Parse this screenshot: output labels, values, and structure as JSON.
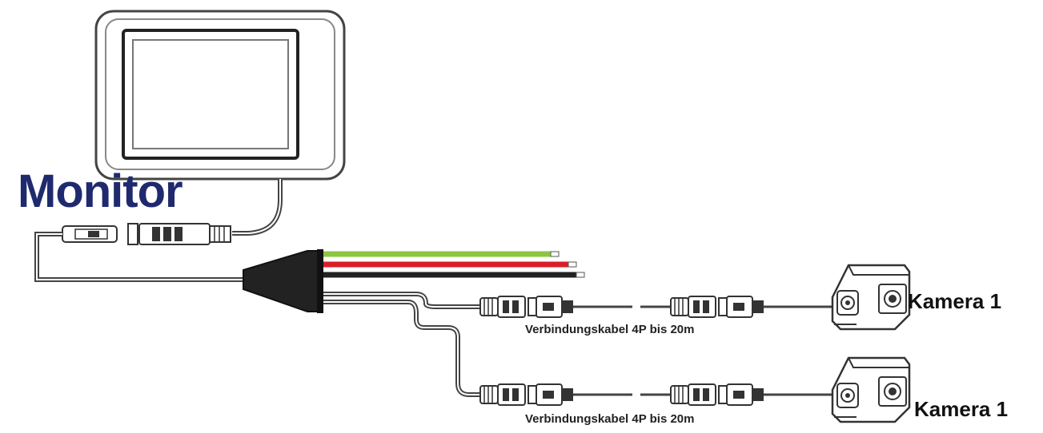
{
  "labels": {
    "monitor": "Monitor",
    "camera_top": "Kamera 1",
    "camera_bottom": "Kamera 1",
    "cable_top": "Verbindungskabel 4P bis 20m",
    "cable_bottom": "Verbindungskabel 4P bis 20m"
  },
  "colors": {
    "monitor_label": "#1f2a6e",
    "wire_green": "#8cc63f",
    "wire_red": "#d81e2a",
    "wire_black": "#222222",
    "outline": "#333333"
  },
  "icons": [
    "monitor-icon",
    "splitter-hub-icon",
    "connector-icon",
    "camera-icon"
  ]
}
